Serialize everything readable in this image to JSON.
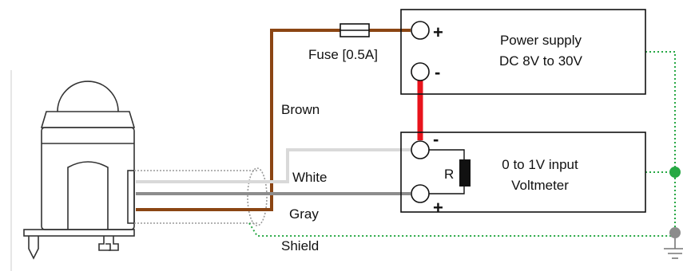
{
  "power_supply": {
    "title": "Power supply",
    "range": "DC 8V to 30V",
    "plus": "+",
    "minus": "-"
  },
  "voltmeter": {
    "title": "0 to 1V input",
    "name": "Voltmeter",
    "plus": "+",
    "minus": "-"
  },
  "resistor": {
    "label": "R"
  },
  "fuse": {
    "label": "Fuse [0.5A]"
  },
  "wires": {
    "brown": "Brown",
    "white": "White",
    "gray": "Gray",
    "shield": "Shield"
  },
  "colors": {
    "brown_wire": "#8B4513",
    "white_wire": "#d9d9d9",
    "gray_wire": "#8c8c8c",
    "red_wire": "#e8141c",
    "shield_wire": "#27a844",
    "ground_node": "#8c8c8c"
  }
}
